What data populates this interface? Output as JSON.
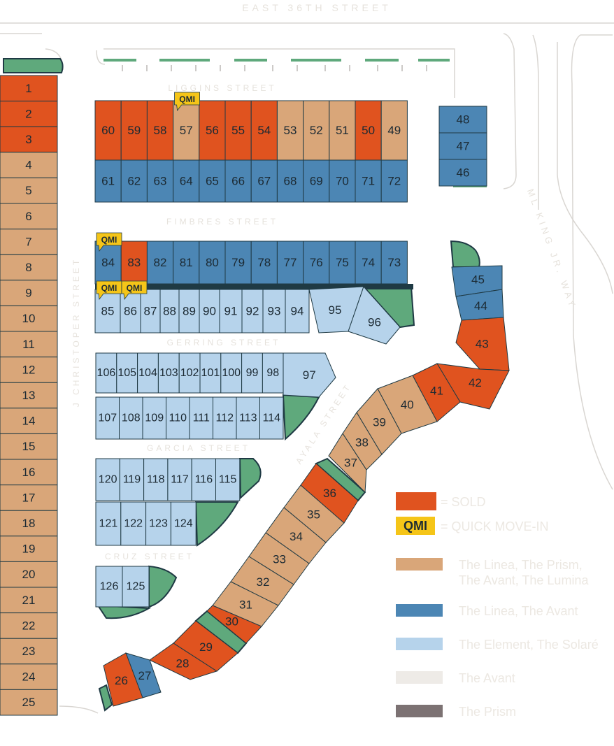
{
  "colors": {
    "sold": "#e0531f",
    "tan": "#d9a679",
    "blue": "#4c86b4",
    "light_blue": "#b6d3eb",
    "green": "#5fa97c",
    "beige": "#eeebe7",
    "grey": "#7c7273",
    "qmi": "#f5c518",
    "outline": "#1f3a44"
  },
  "streets": {
    "top": "EAST 36TH STREET",
    "liggins": "LIGGINS STREET",
    "fimbres": "FIMBRES STREET",
    "gerring": "GERRING STREET",
    "garcia": "GARCIA STREET",
    "cruz": "CRUZ STREET",
    "christoper": "J CHRISTOPER STREET",
    "ayala": "AYALA STREET",
    "mlk": "ML KING JR. WAY"
  },
  "qmi_badge": "QMI",
  "legend": {
    "sold": "= SOLD",
    "qmi_label": "QMI",
    "qmi": "= QUICK MOVE-IN",
    "tan_line1": "The Linea, The Prism,",
    "tan_line2": "The Avant, The Lumina",
    "blue": "The Linea, The Avant",
    "light_blue": "The Element, The Solaré",
    "beige": "The Avant",
    "grey": "The Prism"
  },
  "lots": {
    "west_column": [
      {
        "n": "1",
        "s": "sold"
      },
      {
        "n": "2",
        "s": "sold"
      },
      {
        "n": "3",
        "s": "sold"
      },
      {
        "n": "4",
        "s": "tan"
      },
      {
        "n": "5",
        "s": "tan"
      },
      {
        "n": "6",
        "s": "tan"
      },
      {
        "n": "7",
        "s": "tan"
      },
      {
        "n": "8",
        "s": "tan"
      },
      {
        "n": "9",
        "s": "tan"
      },
      {
        "n": "10",
        "s": "tan"
      },
      {
        "n": "11",
        "s": "tan"
      },
      {
        "n": "12",
        "s": "tan"
      },
      {
        "n": "13",
        "s": "tan"
      },
      {
        "n": "14",
        "s": "tan"
      },
      {
        "n": "15",
        "s": "tan"
      },
      {
        "n": "16",
        "s": "tan"
      },
      {
        "n": "17",
        "s": "tan"
      },
      {
        "n": "18",
        "s": "tan"
      },
      {
        "n": "19",
        "s": "tan"
      },
      {
        "n": "20",
        "s": "tan"
      },
      {
        "n": "21",
        "s": "tan"
      },
      {
        "n": "22",
        "s": "tan"
      },
      {
        "n": "23",
        "s": "tan"
      },
      {
        "n": "24",
        "s": "tan"
      },
      {
        "n": "25",
        "s": "tan"
      }
    ],
    "block_a_top": [
      {
        "n": "60",
        "s": "sold"
      },
      {
        "n": "59",
        "s": "sold"
      },
      {
        "n": "58",
        "s": "sold"
      },
      {
        "n": "57",
        "s": "tan"
      },
      {
        "n": "56",
        "s": "sold"
      },
      {
        "n": "55",
        "s": "sold"
      },
      {
        "n": "54",
        "s": "sold"
      },
      {
        "n": "53",
        "s": "tan"
      },
      {
        "n": "52",
        "s": "tan"
      },
      {
        "n": "51",
        "s": "tan"
      },
      {
        "n": "50",
        "s": "sold"
      },
      {
        "n": "49",
        "s": "tan"
      }
    ],
    "block_a_bottom": [
      {
        "n": "61",
        "s": "blue"
      },
      {
        "n": "62",
        "s": "blue"
      },
      {
        "n": "63",
        "s": "blue"
      },
      {
        "n": "64",
        "s": "blue"
      },
      {
        "n": "65",
        "s": "blue"
      },
      {
        "n": "66",
        "s": "blue"
      },
      {
        "n": "67",
        "s": "blue"
      },
      {
        "n": "68",
        "s": "blue"
      },
      {
        "n": "69",
        "s": "blue"
      },
      {
        "n": "70",
        "s": "blue"
      },
      {
        "n": "71",
        "s": "blue"
      },
      {
        "n": "72",
        "s": "blue"
      }
    ],
    "block_east": [
      {
        "n": "48",
        "s": "blue"
      },
      {
        "n": "47",
        "s": "blue"
      },
      {
        "n": "46",
        "s": "blue"
      }
    ],
    "block_b_top": [
      {
        "n": "84",
        "s": "blue"
      },
      {
        "n": "83",
        "s": "sold"
      },
      {
        "n": "82",
        "s": "blue"
      },
      {
        "n": "81",
        "s": "blue"
      },
      {
        "n": "80",
        "s": "blue"
      },
      {
        "n": "79",
        "s": "blue"
      },
      {
        "n": "78",
        "s": "blue"
      },
      {
        "n": "77",
        "s": "blue"
      },
      {
        "n": "76",
        "s": "blue"
      },
      {
        "n": "75",
        "s": "blue"
      },
      {
        "n": "74",
        "s": "blue"
      },
      {
        "n": "73",
        "s": "blue"
      }
    ],
    "block_b_bottom": [
      {
        "n": "85",
        "s": "light_blue"
      },
      {
        "n": "86",
        "s": "light_blue"
      },
      {
        "n": "87",
        "s": "light_blue"
      },
      {
        "n": "88",
        "s": "light_blue"
      },
      {
        "n": "89",
        "s": "light_blue"
      },
      {
        "n": "90",
        "s": "light_blue"
      },
      {
        "n": "91",
        "s": "light_blue"
      },
      {
        "n": "92",
        "s": "light_blue"
      },
      {
        "n": "93",
        "s": "light_blue"
      },
      {
        "n": "94",
        "s": "light_blue"
      },
      {
        "n": "95",
        "s": "light_blue"
      },
      {
        "n": "96",
        "s": "light_blue"
      }
    ],
    "block_c_top": [
      {
        "n": "106",
        "s": "light_blue"
      },
      {
        "n": "105",
        "s": "light_blue"
      },
      {
        "n": "104",
        "s": "light_blue"
      },
      {
        "n": "103",
        "s": "light_blue"
      },
      {
        "n": "102",
        "s": "light_blue"
      },
      {
        "n": "101",
        "s": "light_blue"
      },
      {
        "n": "100",
        "s": "light_blue"
      },
      {
        "n": "99",
        "s": "light_blue"
      },
      {
        "n": "98",
        "s": "light_blue"
      },
      {
        "n": "97",
        "s": "light_blue"
      }
    ],
    "block_c_bottom": [
      {
        "n": "107",
        "s": "light_blue"
      },
      {
        "n": "108",
        "s": "light_blue"
      },
      {
        "n": "109",
        "s": "light_blue"
      },
      {
        "n": "110",
        "s": "light_blue"
      },
      {
        "n": "111",
        "s": "light_blue"
      },
      {
        "n": "112",
        "s": "light_blue"
      },
      {
        "n": "113",
        "s": "light_blue"
      },
      {
        "n": "114",
        "s": "light_blue"
      }
    ],
    "block_d_top": [
      {
        "n": "120",
        "s": "light_blue"
      },
      {
        "n": "119",
        "s": "light_blue"
      },
      {
        "n": "118",
        "s": "light_blue"
      },
      {
        "n": "117",
        "s": "light_blue"
      },
      {
        "n": "116",
        "s": "light_blue"
      },
      {
        "n": "115",
        "s": "light_blue"
      }
    ],
    "block_d_bottom": [
      {
        "n": "121",
        "s": "light_blue"
      },
      {
        "n": "122",
        "s": "light_blue"
      },
      {
        "n": "123",
        "s": "light_blue"
      },
      {
        "n": "124",
        "s": "light_blue"
      }
    ],
    "block_e": [
      {
        "n": "126",
        "s": "light_blue"
      },
      {
        "n": "125",
        "s": "light_blue"
      }
    ],
    "diagonal_ne": [
      {
        "n": "45",
        "s": "blue"
      },
      {
        "n": "44",
        "s": "blue"
      },
      {
        "n": "43",
        "s": "sold"
      },
      {
        "n": "42",
        "s": "sold"
      },
      {
        "n": "41",
        "s": "sold"
      }
    ],
    "diagonal": [
      {
        "n": "40",
        "s": "tan"
      },
      {
        "n": "39",
        "s": "tan"
      },
      {
        "n": "38",
        "s": "tan"
      },
      {
        "n": "37",
        "s": "tan"
      },
      {
        "n": "36",
        "s": "sold"
      },
      {
        "n": "35",
        "s": "tan"
      },
      {
        "n": "34",
        "s": "tan"
      },
      {
        "n": "33",
        "s": "tan"
      },
      {
        "n": "32",
        "s": "tan"
      },
      {
        "n": "31",
        "s": "tan"
      },
      {
        "n": "30",
        "s": "sold"
      },
      {
        "n": "29",
        "s": "sold"
      },
      {
        "n": "28",
        "s": "sold"
      },
      {
        "n": "27",
        "s": "blue"
      },
      {
        "n": "26",
        "s": "sold"
      }
    ]
  },
  "qmi_lots": [
    "57",
    "84",
    "85",
    "86"
  ]
}
